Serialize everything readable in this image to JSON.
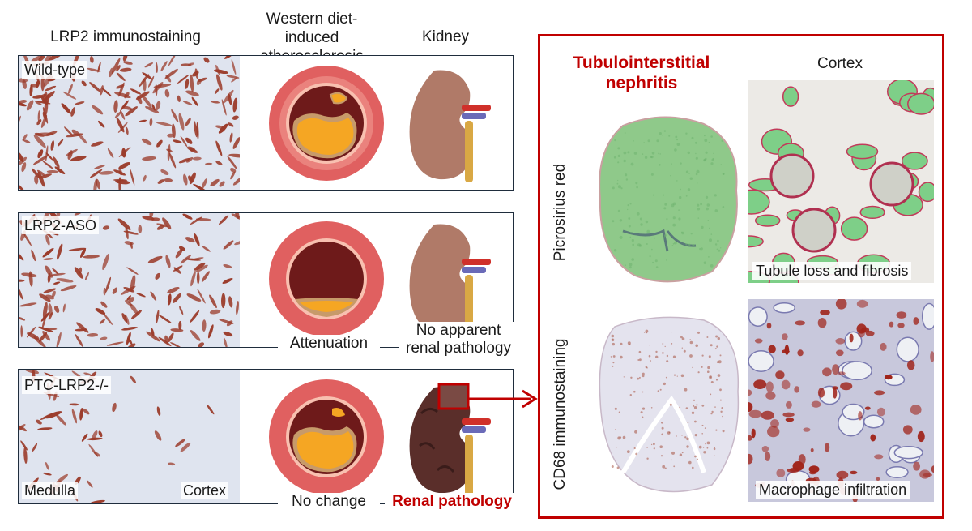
{
  "headers": {
    "col1": "LRP2 immunostaining",
    "col2": "Western diet-induced atherosclerosis",
    "col3": "Kidney"
  },
  "rows": [
    {
      "genotype": "Wild-type"
    },
    {
      "genotype": "LRP2-ASO",
      "atherosclerosis_caption": "Attenuation",
      "kidney_caption": "No apparent renal pathology"
    },
    {
      "genotype": "PTC-LRP2-/-",
      "region_left": "Medulla",
      "region_right": "Cortex",
      "atherosclerosis_caption": "No change",
      "kidney_caption": "Renal pathology"
    }
  ],
  "inset": {
    "title": "Tubulointerstitial nephritis",
    "col_header": "Cortex",
    "row1_label": "Picrosirius red",
    "row2_label": "CD68 immunostaining",
    "caption1": "Tubule loss and fibrosis",
    "caption2": "Macrophage infiltration"
  },
  "colors": {
    "accent_red": "#c00000",
    "panel_border": "#1f2d3d",
    "artery_wall": "#e06060",
    "lumen": "#6e1a1a",
    "plaque": "#f5a623",
    "kidney": "#b07a68",
    "kidney_diseased": "#5a2e2a",
    "stain_brown": "#9b3b2a",
    "stain_bg": "#dfe4ef",
    "sirius_green": "#8fc98a",
    "cd68_bg": "#e4e3ee"
  }
}
